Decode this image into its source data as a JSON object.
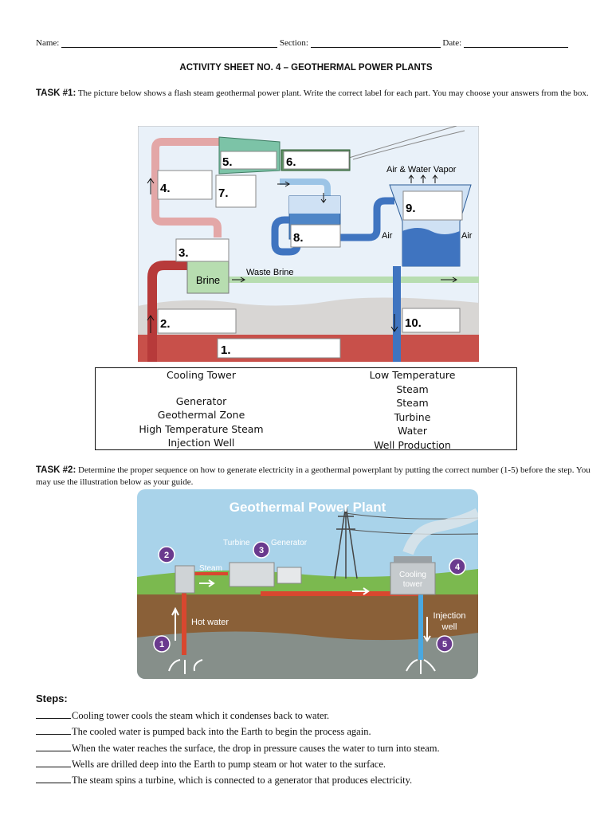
{
  "header": {
    "name_label": "Name:",
    "section_label": "Section:",
    "date_label": "Date:"
  },
  "title": "ACTIVITY SHEET NO. 4 – GEOTHERMAL POWER PLANTS",
  "task1": {
    "label": "TASK #1:",
    "text": " The picture below shows a flash steam geothermal power plant. Write the correct label for each part. You may choose your answers from the box."
  },
  "diagram1": {
    "boxes": [
      "1.",
      "2.",
      "3.",
      "4.",
      "5.",
      "6.",
      "7.",
      "8.",
      "9.",
      "10."
    ],
    "brine": "Brine",
    "waste_brine": "Waste Brine",
    "vapor": "Air & Water Vapor",
    "air_left": "Air",
    "air_right": "Air"
  },
  "answers": {
    "col1": [
      "Cooling Tower",
      "Generator",
      "Geothermal Zone",
      "High Temperature Steam",
      "Injection Well"
    ],
    "col2": [
      "Low Temperature",
      "Steam",
      "Steam",
      "Turbine",
      "Water",
      "Well Production"
    ]
  },
  "task2": {
    "label": "TASK #2:",
    "text": " Determine the proper sequence on how to generate electricity in a geothermal powerplant by putting the correct number (1-5) before the step. You may use the illustration below as your guide."
  },
  "diagram2": {
    "title": "Geothermal Power Plant",
    "turbine": "Turbine",
    "generator": "Generator",
    "steam": "Steam",
    "hot_water": "Hot water",
    "cooling": "Cooling",
    "tower": "tower",
    "injection": "Injection",
    "well": "well",
    "n1": "1",
    "n2": "2",
    "n3": "3",
    "n4": "4",
    "n5": "5"
  },
  "steps_heading": "Steps:",
  "steps": [
    "Cooling tower cools the steam which it condenses back to water.",
    "The cooled water is pumped back into the Earth to begin the process again.",
    "When the water reaches the surface, the drop in pressure causes the water to turn into steam.",
    "Wells are drilled deep into the Earth to pump steam or hot water to the surface.",
    "The steam spins a turbine, which is connected to a generator that produces electricity."
  ],
  "colors": {
    "steam_pink": "#e3a7a7",
    "hot_red": "#b73a3a",
    "cold_blue": "#3f74c0",
    "turbine_green": "#5a8f5f",
    "ground_red": "#c8504a",
    "badge_purple": "#6a3a8e"
  }
}
